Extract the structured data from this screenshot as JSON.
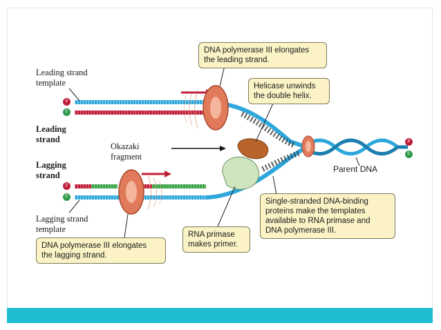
{
  "labels": {
    "leading_template": "Leading strand\ntemplate",
    "leading_strand": "Leading\nstrand",
    "okazaki": "Okazaki\nfragment",
    "lagging_strand": "Lagging\nstrand",
    "lagging_template": "Lagging strand\ntemplate",
    "parent_dna": "Parent DNA"
  },
  "callouts": {
    "pol3_leading": "DNA polymerase III elongates\nthe leading strand.",
    "helicase": "Helicase unwinds\nthe double helix.",
    "ssb": "Single-stranded DNA-binding\nproteins make the templates\navailable to RNA primase and\nDNA polymerase III.",
    "primase": "RNA primase\nmakes primer.",
    "pol3_lagging": "DNA polymerase III elongates\nthe lagging strand."
  },
  "ends": {
    "three_prime": "3'",
    "five_prime": "5'"
  },
  "colors": {
    "template_blue": "#2ea7dc",
    "new_red": "#c01f3a",
    "okazaki_green": "#3aa347",
    "polymerase": "#e07a5a",
    "helicase": "#b8642a",
    "primase": "#cde6c0",
    "callout_bg": "#fbf3c6",
    "accent_bar": "#1fbcd2"
  }
}
